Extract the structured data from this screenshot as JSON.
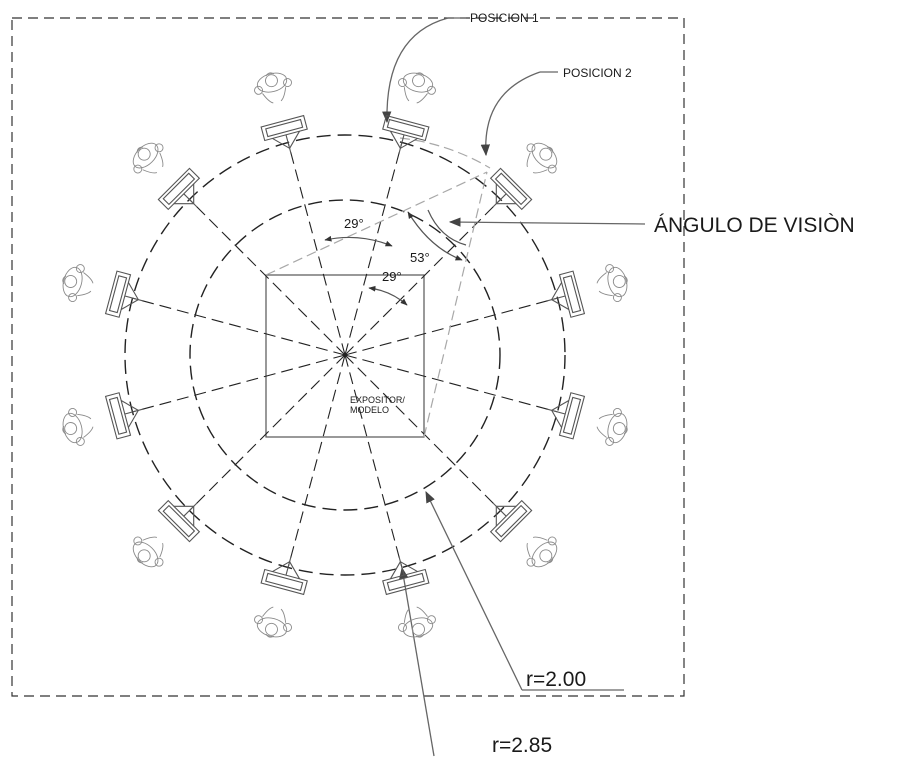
{
  "labels": {
    "posicion_1": "POSICION 1",
    "posicion_2": "POSICION 2",
    "angulo_vision": "ÁNGULO DE VISIÒN",
    "angle_29_upper": "29°",
    "angle_29_lower": "29°",
    "angle_53": "53°",
    "expositor_line1": "EXPOSITOR/",
    "expositor_line2": "MODELO",
    "radius_inner": "r=2.00",
    "radius_outer": "r=2.85"
  },
  "colors": {
    "line": "#222222",
    "grey_line": "#a8a8a8",
    "figure": "#8a8a8a",
    "leader": "#666666"
  },
  "icons": {
    "person": "person-topview-icon",
    "easel": "easel-icon",
    "arrow": "arrowhead-icon"
  }
}
